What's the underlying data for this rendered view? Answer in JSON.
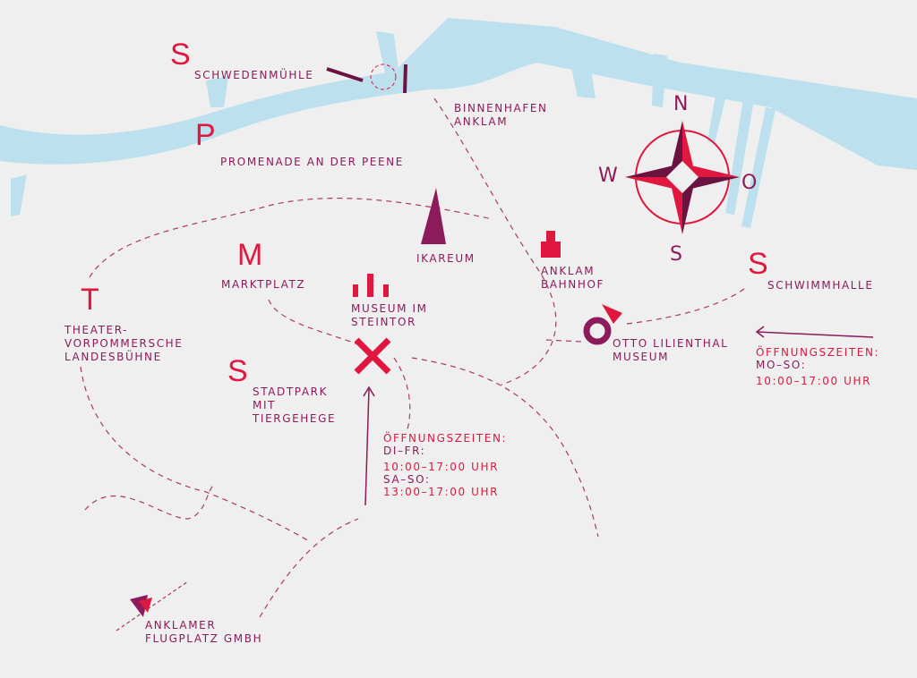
{
  "colors": {
    "accent": "#e0173f",
    "secondary": "#8c1b5b",
    "water": "#bde0ee",
    "background": "#efefef"
  },
  "compass": {
    "n": "N",
    "w": "W",
    "o": "O",
    "s": "S"
  },
  "places": {
    "schwedenmuehle": {
      "letter": "S",
      "label": "Schwedenmühle"
    },
    "promenade": {
      "letter": "P",
      "label": "Promenade an der Peene"
    },
    "binnenhafen": {
      "label": "Binnenhafen\nAnklam"
    },
    "marktplatz": {
      "letter": "M",
      "label": "Marktplatz"
    },
    "ikareum": {
      "label": "Ikareum"
    },
    "bahnhof": {
      "label": "Anklam\nBahnhof"
    },
    "schwimmhalle": {
      "letter": "S",
      "label": "Schwimmhalle"
    },
    "theater": {
      "letter": "T",
      "label": "Theater-\nVorpommersche\nLandesbühne"
    },
    "museum_steintor": {
      "label": "Museum im\nSteintor"
    },
    "otto": {
      "label": "Otto Lilienthal\nMuseum"
    },
    "stadtpark": {
      "letter": "S",
      "label": "Stadtpark\nmit\nTiergehege"
    },
    "flugplatz": {
      "label": "Anklamer\nFlugplatz GmbH"
    }
  },
  "hours_steintor": {
    "title": "Öffnungszeiten:",
    "d1": "Di–Fr:",
    "t1": "10:00–17:00 Uhr",
    "d2": "Sa–So:",
    "t2": "13:00–17:00 Uhr"
  },
  "hours_otto": {
    "title": "Öffnungszeiten:",
    "d1": "Mo–So:",
    "t1": "10:00–17:00 Uhr"
  }
}
